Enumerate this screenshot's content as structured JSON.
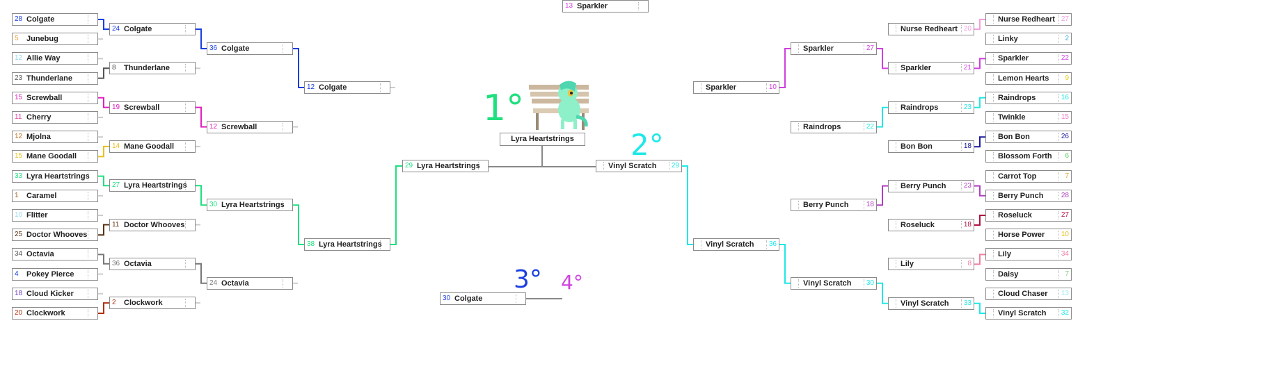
{
  "places": {
    "first": "1°",
    "second": "2°",
    "third": "3°",
    "fourth": "4°"
  },
  "champion": "Lyra Heartstrings",
  "colors": {
    "first": "#1ee07e",
    "second": "#20e8e8",
    "third": "#1a3ee0",
    "fourth": "#d040e0"
  },
  "rounds": {
    "left_r1": [
      {
        "seed": "28",
        "name": "Colgate",
        "color": "#1a3ee0"
      },
      {
        "seed": "5",
        "name": "Junebug",
        "color": "#e8a030"
      },
      {
        "seed": "12",
        "name": "Allie Way",
        "color": "#8fd4f0"
      },
      {
        "seed": "23",
        "name": "Thunderlane",
        "color": "#555555"
      },
      {
        "seed": "15",
        "name": "Screwball",
        "color": "#e020c0"
      },
      {
        "seed": "11",
        "name": "Cherry",
        "color": "#e040a0"
      },
      {
        "seed": "12",
        "name": "Mjolna",
        "color": "#c07020"
      },
      {
        "seed": "15",
        "name": "Mane Goodall",
        "color": "#e8c020"
      },
      {
        "seed": "33",
        "name": "Lyra Heartstrings",
        "color": "#1ee07e"
      },
      {
        "seed": "1",
        "name": "Caramel",
        "color": "#a06020"
      },
      {
        "seed": "10",
        "name": "Flitter",
        "color": "#a0d8f0"
      },
      {
        "seed": "25",
        "name": "Doctor Whooves",
        "color": "#5a3010"
      },
      {
        "seed": "34",
        "name": "Octavia",
        "color": "#555555"
      },
      {
        "seed": "4",
        "name": "Pokey Pierce",
        "color": "#1a3ee0"
      },
      {
        "seed": "18",
        "name": "Cloud Kicker",
        "color": "#7040c0"
      },
      {
        "seed": "20",
        "name": "Clockwork",
        "color": "#b03010"
      }
    ],
    "left_r2": [
      {
        "seed": "24",
        "name": "Colgate",
        "color": "#1a3ee0"
      },
      {
        "seed": "8",
        "name": "Thunderlane",
        "color": "#555555"
      },
      {
        "seed": "19",
        "name": "Screwball",
        "color": "#e020c0"
      },
      {
        "seed": "14",
        "name": "Mane Goodall",
        "color": "#e8c020"
      },
      {
        "seed": "27",
        "name": "Lyra Heartstrings",
        "color": "#1ee07e"
      },
      {
        "seed": "11",
        "name": "Doctor Whooves",
        "color": "#5a3010"
      },
      {
        "seed": "36",
        "name": "Octavia",
        "color": "#777777"
      },
      {
        "seed": "2",
        "name": "Clockwork",
        "color": "#b03010"
      }
    ],
    "left_r3": [
      {
        "seed": "36",
        "name": "Colgate",
        "color": "#1a3ee0"
      },
      {
        "seed": "12",
        "name": "Screwball",
        "color": "#e020c0"
      },
      {
        "seed": "30",
        "name": "Lyra Heartstrings",
        "color": "#1ee07e"
      },
      {
        "seed": "24",
        "name": "Octavia",
        "color": "#777777"
      }
    ],
    "left_r4": [
      {
        "seed": "12",
        "name": "Colgate",
        "color": "#1a3ee0"
      },
      {
        "seed": "38",
        "name": "Lyra Heartstrings",
        "color": "#1ee07e"
      }
    ],
    "left_final": [
      {
        "seed": "29",
        "name": "Lyra Heartstrings",
        "color": "#1ee07e"
      }
    ],
    "right_final": [
      {
        "seed": "29",
        "name": "Vinyl Scratch",
        "color": "#20e8e8"
      }
    ],
    "right_r4": [
      {
        "seed": "10",
        "name": "Sparkler",
        "color": "#d040e0"
      },
      {
        "seed": "36",
        "name": "Vinyl Scratch",
        "color": "#20e8e8"
      }
    ],
    "right_r3": [
      {
        "seed": "27",
        "name": "Sparkler",
        "color": "#d040e0"
      },
      {
        "seed": "22",
        "name": "Raindrops",
        "color": "#20e8e8"
      },
      {
        "seed": "18",
        "name": "Berry Punch",
        "color": "#b040c0"
      },
      {
        "seed": "30",
        "name": "Vinyl Scratch",
        "color": "#20e8e8"
      }
    ],
    "right_r2": [
      {
        "seed": "20",
        "name": "Nurse Redheart",
        "color": "#f0a0e0"
      },
      {
        "seed": "21",
        "name": "Sparkler",
        "color": "#d040e0"
      },
      {
        "seed": "23",
        "name": "Raindrops",
        "color": "#20e8e8"
      },
      {
        "seed": "18",
        "name": "Bon Bon",
        "color": "#1a1aa0"
      },
      {
        "seed": "23",
        "name": "Berry Punch",
        "color": "#b040c0"
      },
      {
        "seed": "18",
        "name": "Roseluck",
        "color": "#b01040"
      },
      {
        "seed": "8",
        "name": "Lily",
        "color": "#f080a0"
      },
      {
        "seed": "33",
        "name": "Vinyl Scratch",
        "color": "#20e8e8"
      }
    ],
    "right_r1": [
      {
        "seed": "27",
        "name": "Nurse Redheart",
        "color": "#f0a0e0"
      },
      {
        "seed": "2",
        "name": "Linky",
        "color": "#40b0e0"
      },
      {
        "seed": "22",
        "name": "Sparkler",
        "color": "#d040e0"
      },
      {
        "seed": "9",
        "name": "Lemon Hearts",
        "color": "#e8d020"
      },
      {
        "seed": "16",
        "name": "Raindrops",
        "color": "#20e8e8"
      },
      {
        "seed": "15",
        "name": "Twinkle",
        "color": "#f080d0"
      },
      {
        "seed": "26",
        "name": "Bon Bon",
        "color": "#1a1aa0"
      },
      {
        "seed": "6",
        "name": "Blossom Forth",
        "color": "#60d060"
      },
      {
        "seed": "7",
        "name": "Carrot Top",
        "color": "#e8a030"
      },
      {
        "seed": "28",
        "name": "Berry Punch",
        "color": "#b040c0"
      },
      {
        "seed": "27",
        "name": "Roseluck",
        "color": "#b01040"
      },
      {
        "seed": "10",
        "name": "Horse Power",
        "color": "#e8c020"
      },
      {
        "seed": "34",
        "name": "Lily",
        "color": "#f080a0"
      },
      {
        "seed": "7",
        "name": "Daisy",
        "color": "#80d080"
      },
      {
        "seed": "13",
        "name": "Cloud Chaser",
        "color": "#a0e8f0"
      },
      {
        "seed": "32",
        "name": "Vinyl Scratch",
        "color": "#20e8e8"
      }
    ],
    "third_place": [
      {
        "seed": "30",
        "name": "Colgate",
        "color": "#1a3ee0"
      },
      {
        "seed": "13",
        "name": "Sparkler",
        "color": "#d040e0"
      }
    ]
  }
}
